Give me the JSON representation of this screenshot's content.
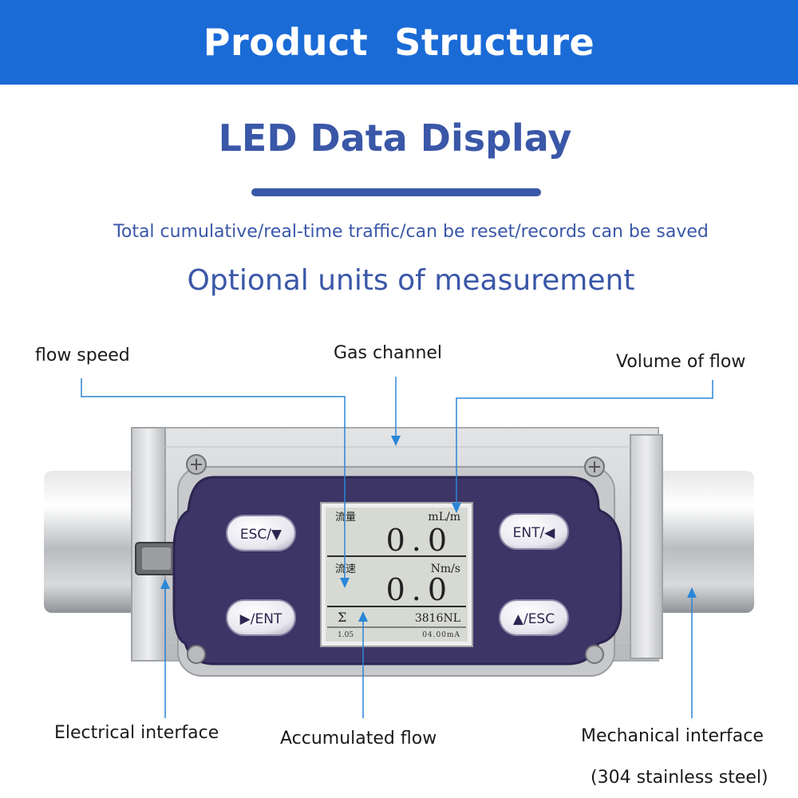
{
  "header": {
    "title": "Product  Structure"
  },
  "section": {
    "heading": "LED Data Display",
    "subtitle": "Total cumulative/real-time traffic/can be reset/records can be saved",
    "subtitle2": "Optional units of measurement"
  },
  "callouts": {
    "flow_speed": "flow speed",
    "gas_channel": "Gas channel",
    "volume_of_flow": "Volume of flow",
    "electrical_interface": "Electrical interface",
    "accumulated_flow": "Accumulated flow",
    "mechanical_interface": "Mechanical interface",
    "mechanical_material": "(304 stainless steel)"
  },
  "display": {
    "row1_label": "流量",
    "row1_unit": "mL/m",
    "row1_value": "0.0",
    "row2_label": "流速",
    "row2_unit": "Nm/s",
    "row2_value": "0.0",
    "sum_symbol": "Σ",
    "total": "3816NL",
    "footer_left": "1.05",
    "footer_right": "04.00mA"
  },
  "buttons": {
    "top_left": "ESC/▼",
    "bottom_left": "▶/ENT",
    "top_right": "ENT/◀",
    "bottom_right": "▲/ESC"
  },
  "colors": {
    "banner": "#1a6bd6",
    "heading": "#3a57a8",
    "callout_line": "#2a86d8",
    "panel": "#3d3566",
    "lcd": "#d7dad3"
  }
}
